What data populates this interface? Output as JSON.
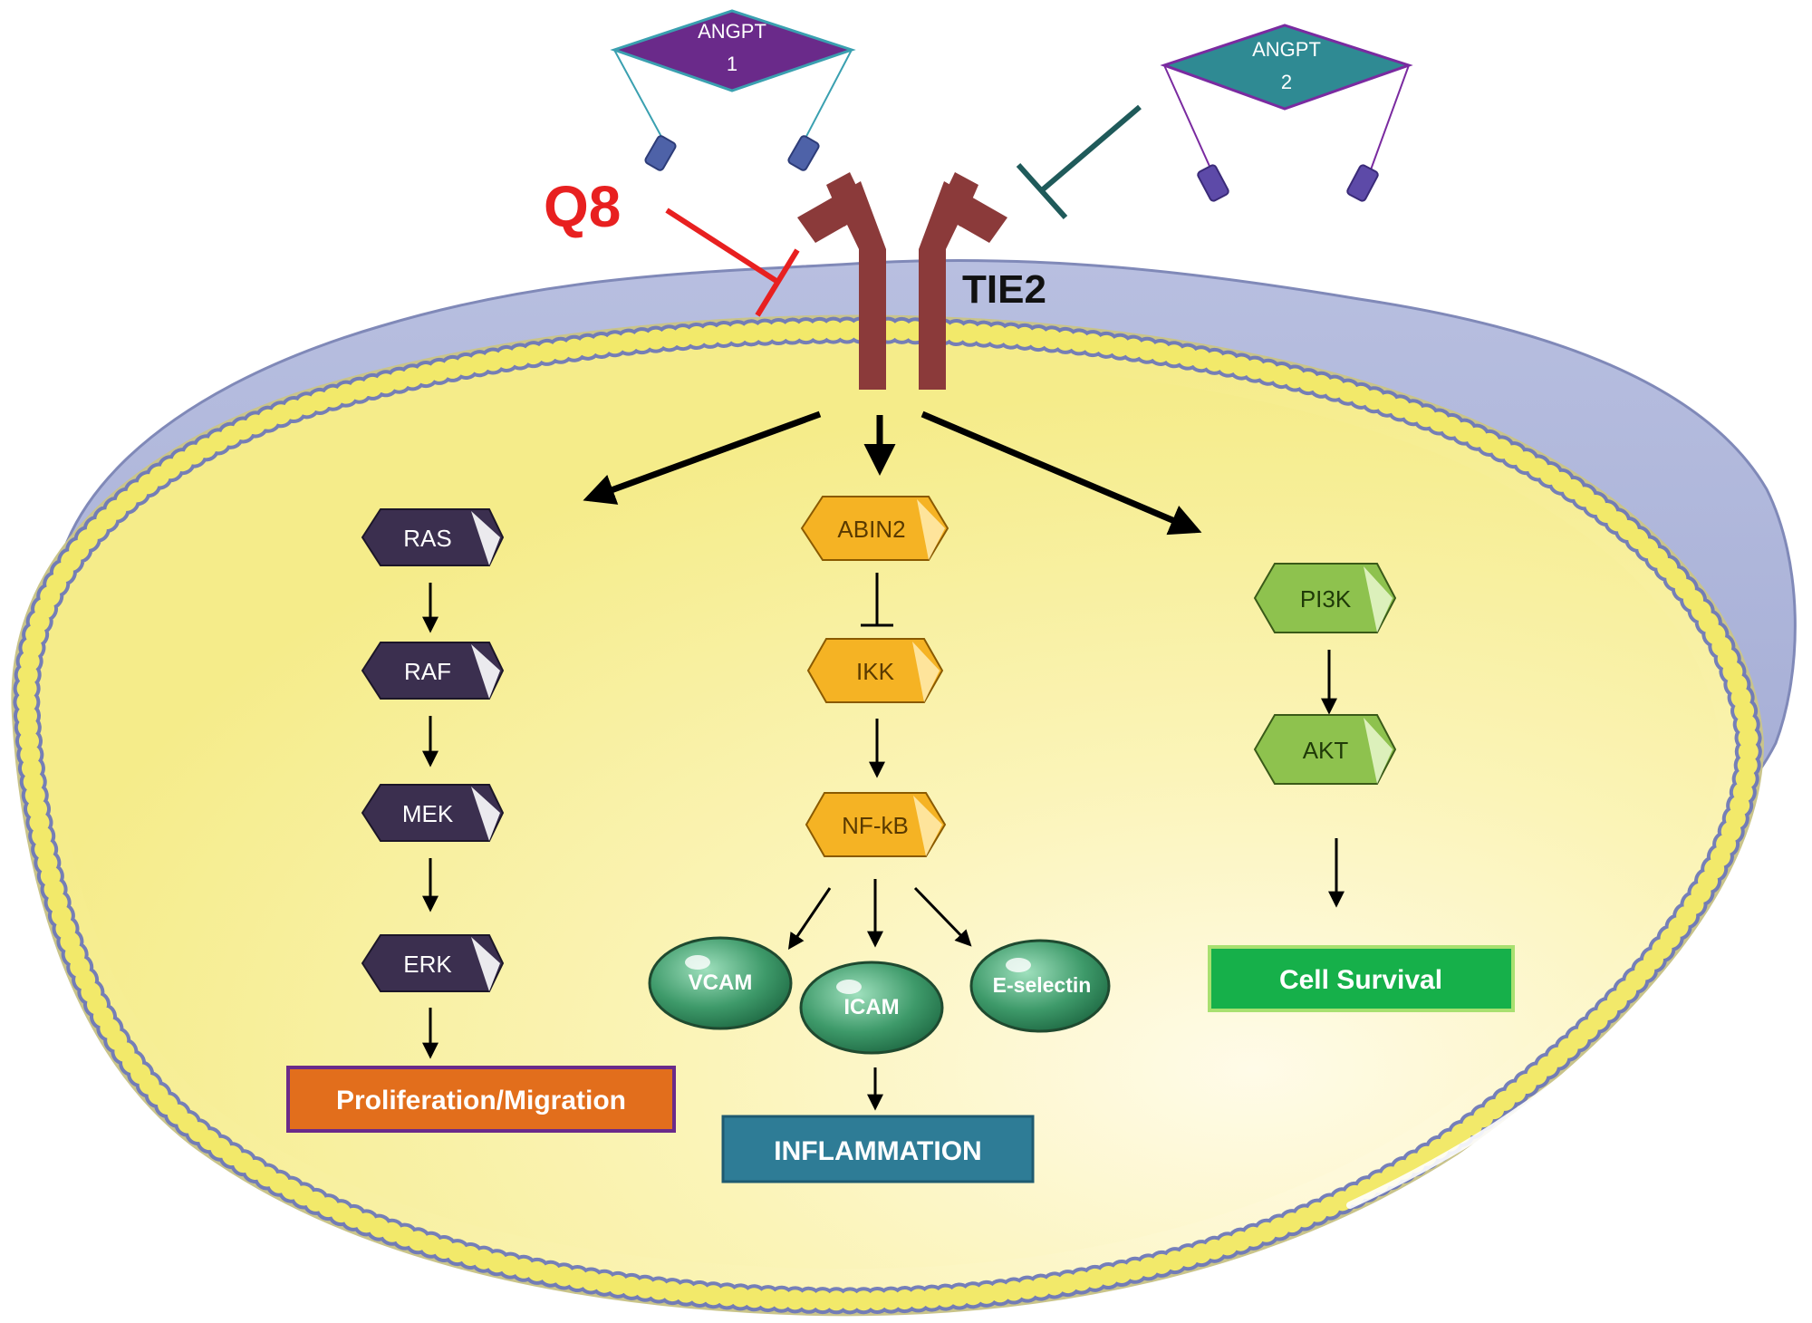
{
  "ligands": {
    "angpt1": {
      "line1": "ANGPT",
      "line2": "1",
      "color": "#6a2a8a"
    },
    "angpt2": {
      "line1": "ANGPT",
      "line2": "2",
      "color": "#2f8a93"
    }
  },
  "receptor": {
    "label": "TIE2",
    "color": "#8b3a3a"
  },
  "inhibitor": {
    "label": "Q8",
    "color": "#e82020"
  },
  "pathways": {
    "left": {
      "nodes": [
        "RAS",
        "RAF",
        "MEK",
        "ERK"
      ],
      "color": "#3b2f4f",
      "outcome": "Proliferation/Migration",
      "outcome_color": "#e26e1c"
    },
    "middle": {
      "nodes": [
        "ABIN2",
        "IKK",
        "NF-kB"
      ],
      "color": "#f5b324",
      "adhesion": [
        "VCAM",
        "ICAM",
        "E-selectin"
      ],
      "adhesion_color": "#3e9a6a",
      "outcome": "INFLAMMATION",
      "outcome_color": "#2e7c96"
    },
    "right": {
      "nodes": [
        "PI3K",
        "AKT"
      ],
      "color": "#8ec24e",
      "outcome": "Cell Survival",
      "outcome_color": "#16b04a"
    }
  }
}
